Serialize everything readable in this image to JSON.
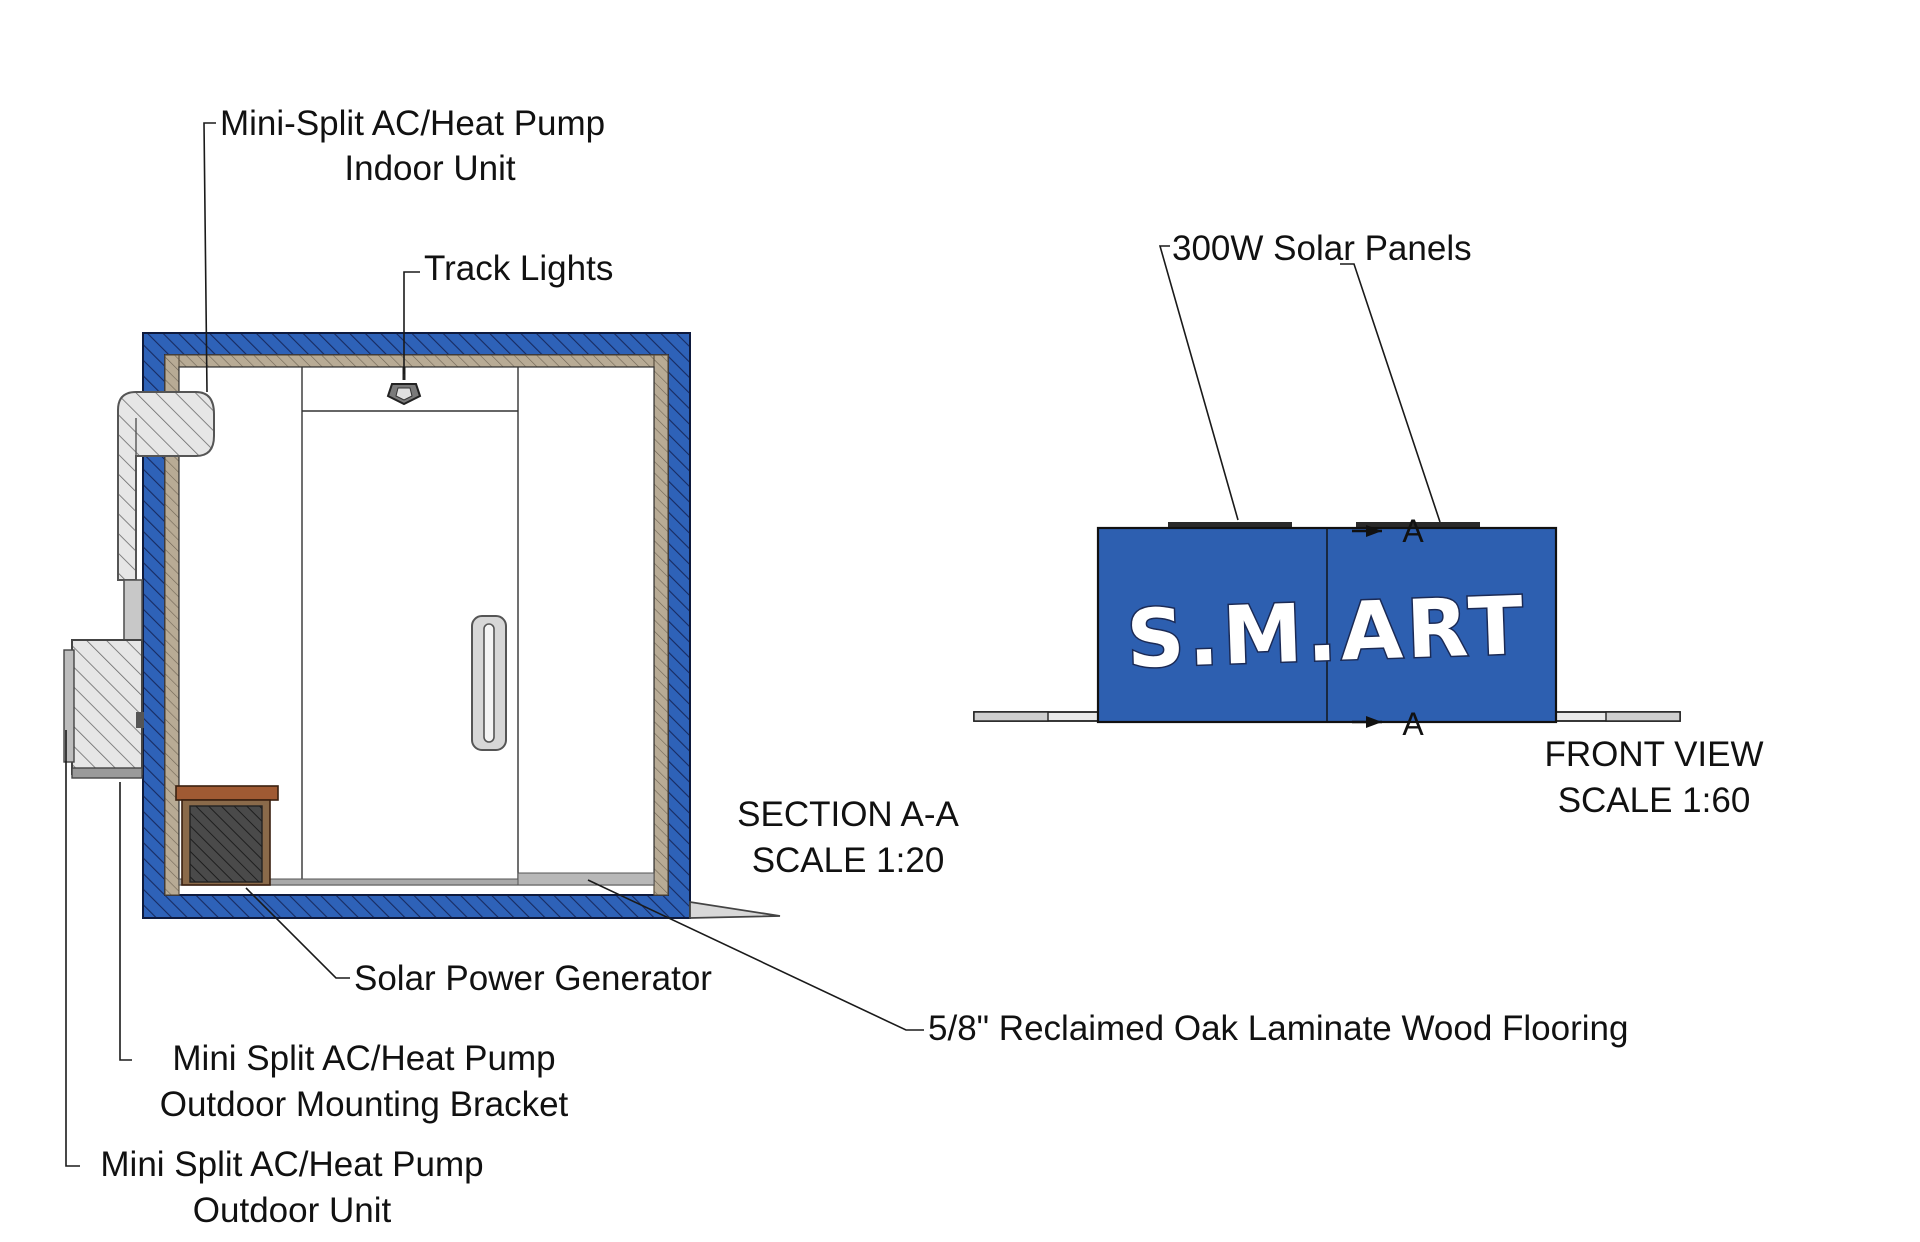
{
  "labels": {
    "indoor_unit_line1": "Mini-Split AC/Heat Pump",
    "indoor_unit_line2": "Indoor Unit",
    "track_lights": "Track Lights",
    "solar_panels": "300W Solar Panels",
    "section_title": "SECTION A-A",
    "section_scale": "SCALE 1:20",
    "front_view_title": "FRONT VIEW",
    "front_view_scale": "SCALE 1:60",
    "solar_generator": "Solar Power Generator",
    "flooring": "5/8\" Reclaimed Oak Laminate Wood Flooring",
    "bracket_line1": "Mini Split AC/Heat Pump",
    "bracket_line2": "Outdoor Mounting Bracket",
    "outdoor_unit_line1": "Mini Split AC/Heat Pump",
    "outdoor_unit_line2": "Outdoor Unit",
    "section_marker_top": "A",
    "section_marker_bottom": "A"
  },
  "logo": {
    "text": "S.M.ART"
  },
  "colors": {
    "wall_blue": "#2e62b8",
    "wall_hatch": "#1b2f6a",
    "panel_blue": "#2d5fb0",
    "lining_tan": "#b0a48f",
    "unit_gray": "#d8d8d8",
    "generator_dark": "#454545",
    "wood_top": "#9c5a35"
  }
}
